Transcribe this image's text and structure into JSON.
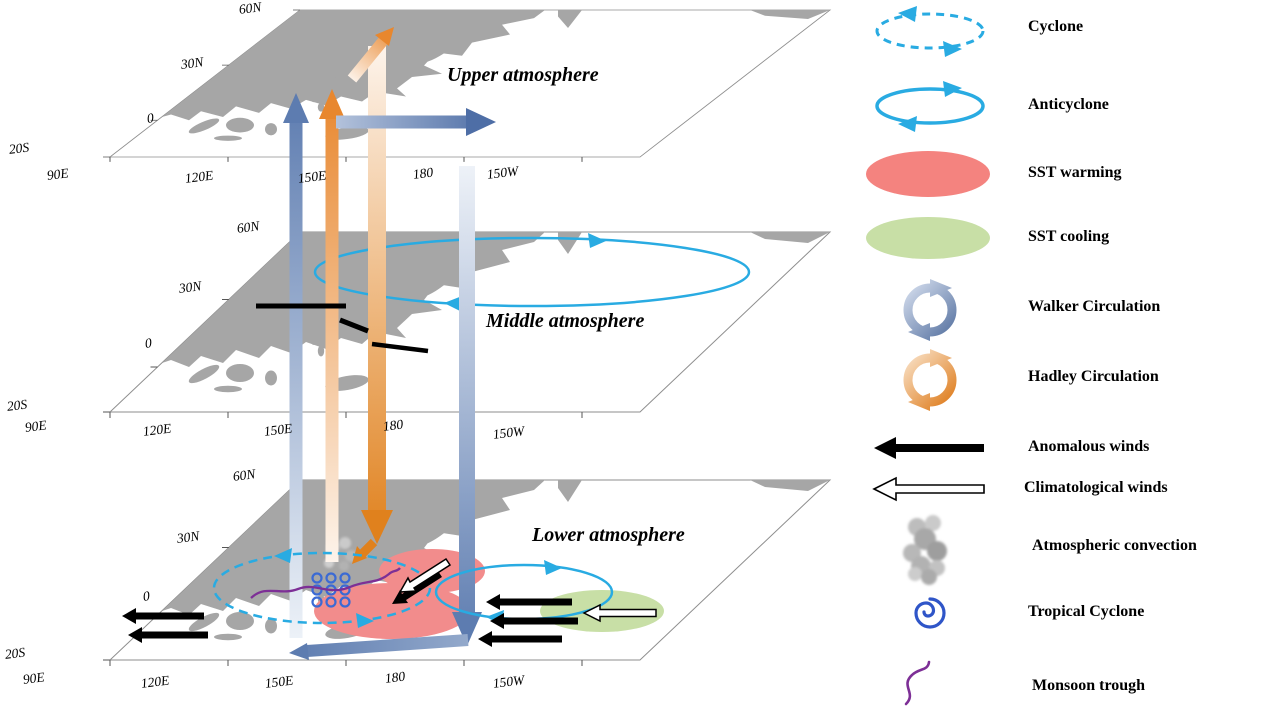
{
  "planes": [
    {
      "id": "upper",
      "title": "Upper atmosphere"
    },
    {
      "id": "middle",
      "title": "Middle atmosphere"
    },
    {
      "id": "lower",
      "title": "Lower atmosphere"
    }
  ],
  "axes": {
    "lat": [
      "60N",
      "30N",
      "0",
      "20S"
    ],
    "lon": [
      "90E",
      "120E",
      "150E",
      "180",
      "150W"
    ]
  },
  "legend": {
    "items": [
      {
        "icon": "cyclone-icon",
        "label": "Cyclone"
      },
      {
        "icon": "anticyclone-icon",
        "label": "Anticyclone"
      },
      {
        "icon": "sst-warming-icon",
        "label": "SST warming"
      },
      {
        "icon": "sst-cooling-icon",
        "label": "SST cooling"
      },
      {
        "icon": "walker-circulation-icon",
        "label": "Walker Circulation"
      },
      {
        "icon": "hadley-circulation-icon",
        "label": "Hadley Circulation"
      },
      {
        "icon": "anomalous-winds-icon",
        "label": "Anomalous winds"
      },
      {
        "icon": "climatological-winds-icon",
        "label": "Climatological winds"
      },
      {
        "icon": "atmospheric-convection-icon",
        "label": "Atmospheric convection"
      },
      {
        "icon": "tropical-cyclone-icon",
        "label": "Tropical Cyclone"
      },
      {
        "icon": "monsoon-trough-icon",
        "label": "Monsoon trough"
      }
    ]
  },
  "colors": {
    "cyclone_cyan": "#29abe2",
    "sst_warming": "#f28c8c",
    "sst_cooling": "#c8dfa6",
    "walker_blue": "#5d7cb0",
    "hadley_orange": "#e8872e",
    "land_gray": "#a6a6a6",
    "monsoon_purple": "#7d2f96",
    "tropical_cyclone_blue": "#2f55c8",
    "anomalous_wind": "#000000",
    "climatological_wind": "#ffffff"
  }
}
